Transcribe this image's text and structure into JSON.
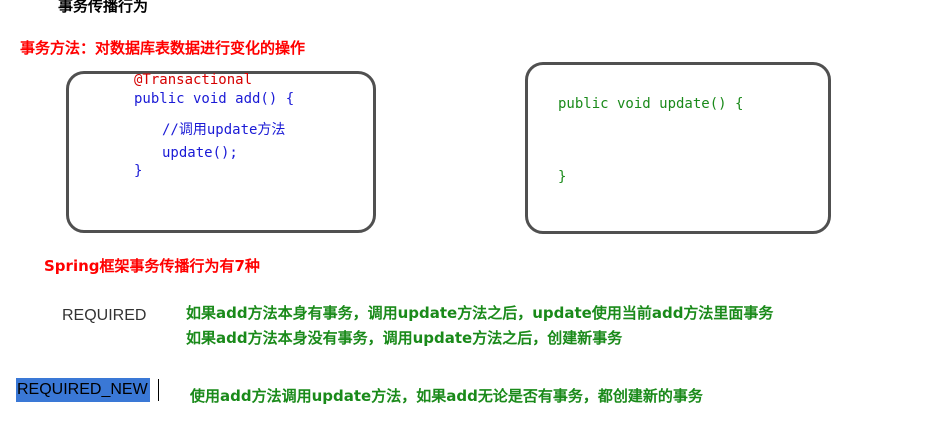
{
  "heading": "事务传播行为",
  "subtitle": "事务方法：对数据库表数据进行变化的操作",
  "left_code": {
    "annotation": "@Transactional",
    "signature": "public void add() {",
    "comment": "//调用update方法",
    "call": "update();",
    "close": "}"
  },
  "right_code": {
    "signature": "public void update() {",
    "close": "}"
  },
  "note": "Spring框架事务传播行为有7种",
  "behaviors": [
    {
      "name": "REQUIRED",
      "lines": [
        "如果add方法本身有事务，调用update方法之后，update使用当前add方法里面事务",
        "如果add方法本身没有事务，调用update方法之后，创建新事务"
      ]
    },
    {
      "name": "REQUIRED_NEW",
      "lines": [
        "使用add方法调用update方法，如果add无论是否有事务，都创建新的事务"
      ]
    }
  ],
  "colors": {
    "accent_red": "#ff0000",
    "code_blue": "#1a1ad6",
    "code_green": "#1a8a1a",
    "selection": "#3a78d6"
  }
}
